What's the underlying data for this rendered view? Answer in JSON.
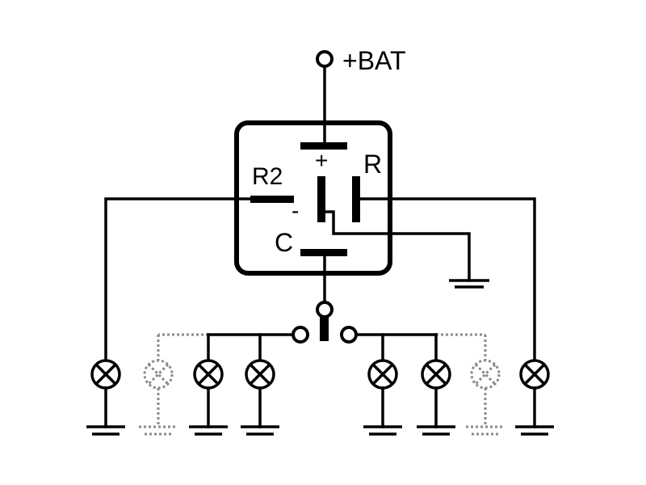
{
  "labels": {
    "battery": "+BAT",
    "plus": "+",
    "minus": "-",
    "r": "R",
    "r2": "R2",
    "c": "C"
  }
}
